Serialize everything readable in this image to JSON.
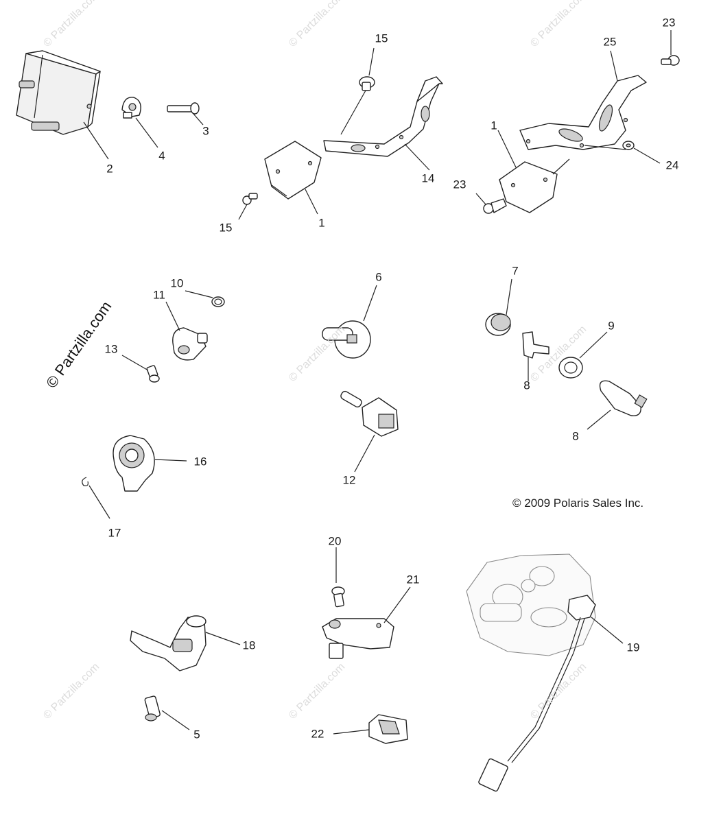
{
  "callouts": {
    "c1a": "1",
    "c1b": "1",
    "c2": "2",
    "c3": "3",
    "c4": "4",
    "c5": "5",
    "c6": "6",
    "c7": "7",
    "c8a": "8",
    "c8b": "8",
    "c9": "9",
    "c10": "10",
    "c11": "11",
    "c12": "12",
    "c13": "13",
    "c14": "14",
    "c15a": "15",
    "c15b": "15",
    "c16": "16",
    "c17": "17",
    "c18": "18",
    "c19": "19",
    "c20": "20",
    "c21": "21",
    "c22": "22",
    "c23a": "23",
    "c23b": "23",
    "c24": "24",
    "c25": "25"
  },
  "copyright": "© 2009 Polaris Sales Inc.",
  "watermark": {
    "main": "© Partzilla.com",
    "repeat": "© Partzilla.com"
  }
}
